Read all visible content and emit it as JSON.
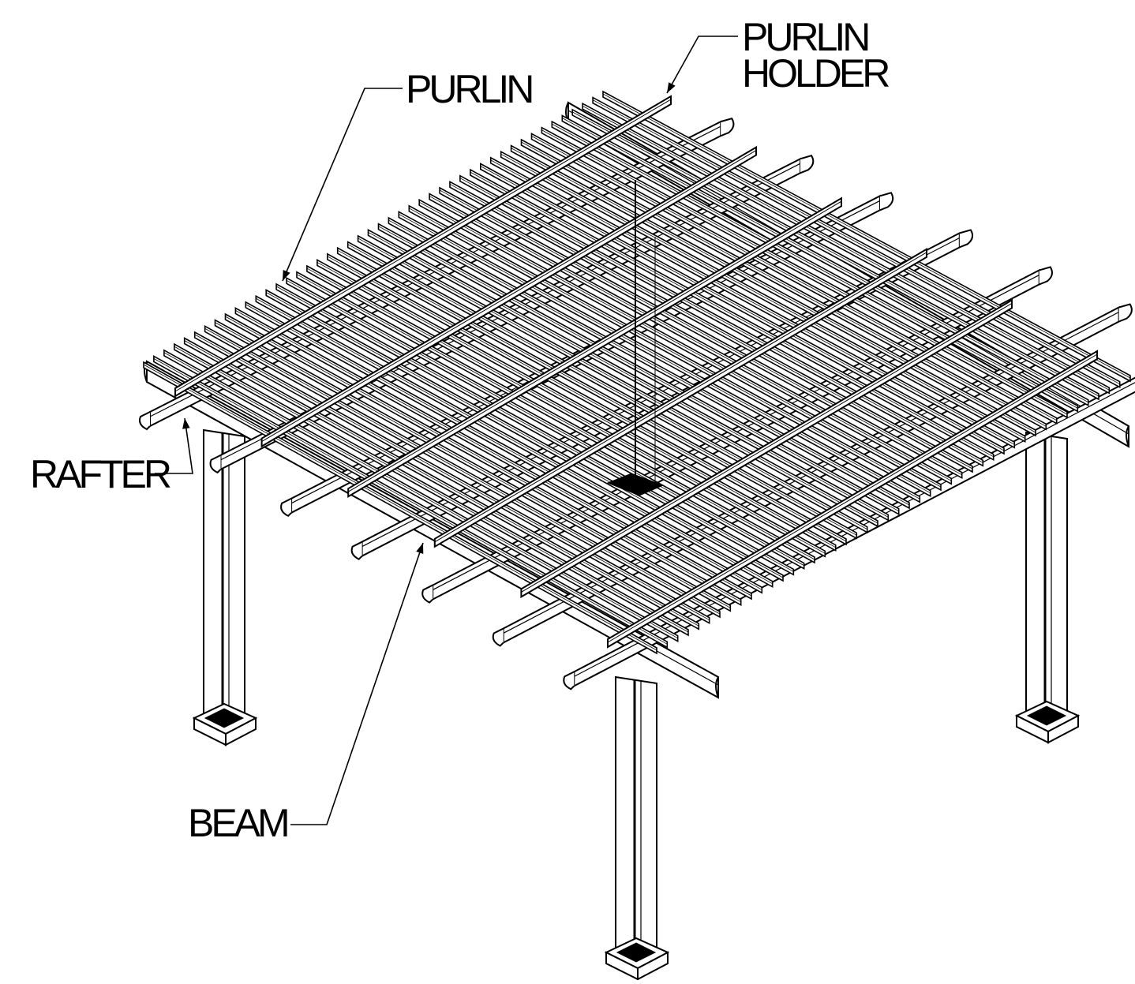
{
  "labels": {
    "purlin": "PURLIN",
    "purlin_holder_line1": "PURLIN",
    "purlin_holder_line2": "HOLDER",
    "rafter": "RAFTER",
    "beam": "BEAM"
  },
  "colors": {
    "background": "#ffffff",
    "ink": "#000000"
  }
}
